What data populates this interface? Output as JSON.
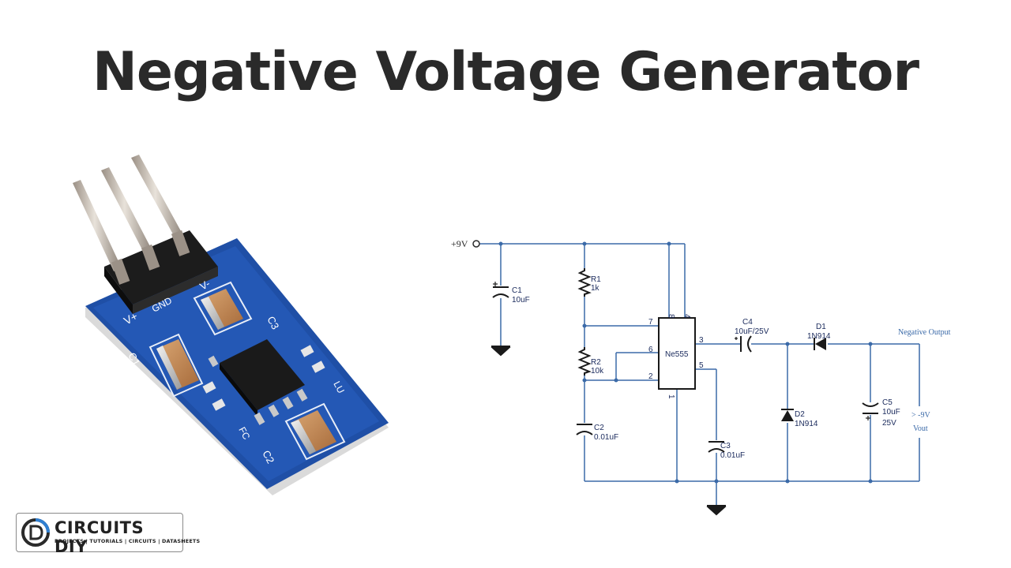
{
  "title": "Negative Voltage Generator",
  "module": {
    "silkscreen": {
      "v_plus": "V+",
      "gnd": "GND",
      "v_minus": "V-",
      "c1": "C1",
      "c2": "C2",
      "c3": "C3",
      "lu": "LU",
      "fc": "FC"
    }
  },
  "schematic": {
    "supply_label": "+9V",
    "c1": {
      "name": "C1",
      "value": "10uF"
    },
    "r1": {
      "name": "R1",
      "value": "1k"
    },
    "r2": {
      "name": "R2",
      "value": "10k"
    },
    "c2": {
      "name": "C2",
      "value": "0.01uF"
    },
    "ic": {
      "name": "Ne555",
      "pins": {
        "p8": "8",
        "p4": "4",
        "p7": "7",
        "p6": "6",
        "p2": "2",
        "p3": "3",
        "p5": "5",
        "p1": "1"
      }
    },
    "c3": {
      "name": "C3",
      "value": "0.01uF"
    },
    "c4": {
      "name": "C4",
      "value": "10uF/25V"
    },
    "d1": {
      "name": "D1",
      "value": "1N914"
    },
    "d2": {
      "name": "D2",
      "value": "1N914"
    },
    "c5": {
      "name": "C5",
      "value": "10uF",
      "voltage": "25V"
    },
    "output_title": "Negative Output",
    "output_value": "> -9V",
    "output_label": "Vout"
  },
  "logo": {
    "brand": "CIRCUITS DIY",
    "tagline": "PROJECTS | TUTORIALS | CIRCUITS | DATASHEETS"
  },
  "colors": {
    "wire": "#3b6aa8",
    "pcb": "#1f4fa6",
    "title": "#2a2a2a"
  }
}
